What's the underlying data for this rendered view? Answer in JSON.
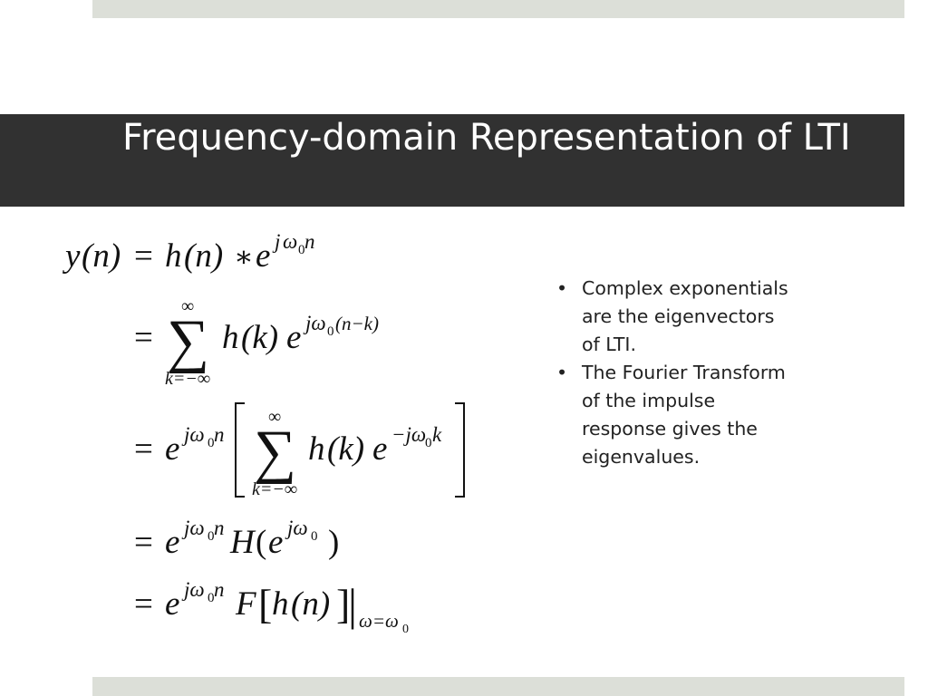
{
  "slide": {
    "title": "Frequency-domain Representation of LTI",
    "bullets": [
      "Complex exponentials are the eigenvectors of LTI.",
      "The Fourier Transform of the impulse response gives the eigenvalues."
    ]
  },
  "equation": {
    "line1": {
      "lhs": "y",
      "lhs_arg": "(n)",
      "eq": "=",
      "h": "h",
      "h_arg": "(n)",
      "conv": "∗",
      "e": "e",
      "exp_j": "j",
      "exp_omega": "ω",
      "exp_sub": "0",
      "exp_n": "n"
    },
    "line2": {
      "eq": "=",
      "sum": "∑",
      "upper": "∞",
      "lower": "k=−∞",
      "h": "h",
      "h_arg": "(k)",
      "e": "e",
      "exp": "jω",
      "exp_sub": "0",
      "exp_tail": "(n−k)"
    },
    "line3": {
      "eq": "=",
      "e": "e",
      "exp": "jω",
      "exp_sub": "0",
      "exp_n": "n",
      "sum": "∑",
      "upper": "∞",
      "lower": "k=−∞",
      "h": "h",
      "h_arg": "(k)",
      "e2": "e",
      "exp2": "−jω",
      "exp2_sub": "0",
      "exp2_k": "k"
    },
    "line4": {
      "eq": "=",
      "e": "e",
      "exp": "jω",
      "exp_sub": "0",
      "exp_n": "n",
      "H": "H",
      "open": "(",
      "e2": "e",
      "exp2": "jω",
      "exp2_sub": "0",
      "close": ")"
    },
    "line5": {
      "eq": "=",
      "e": "e",
      "exp": "jω",
      "exp_sub": "0",
      "exp_n": "n",
      "F": "F",
      "lb": "[",
      "h": "h",
      "h_arg": "(n)",
      "rb": "]",
      "bar": "|",
      "eval": "ω=ω",
      "eval_sub": "0"
    }
  }
}
